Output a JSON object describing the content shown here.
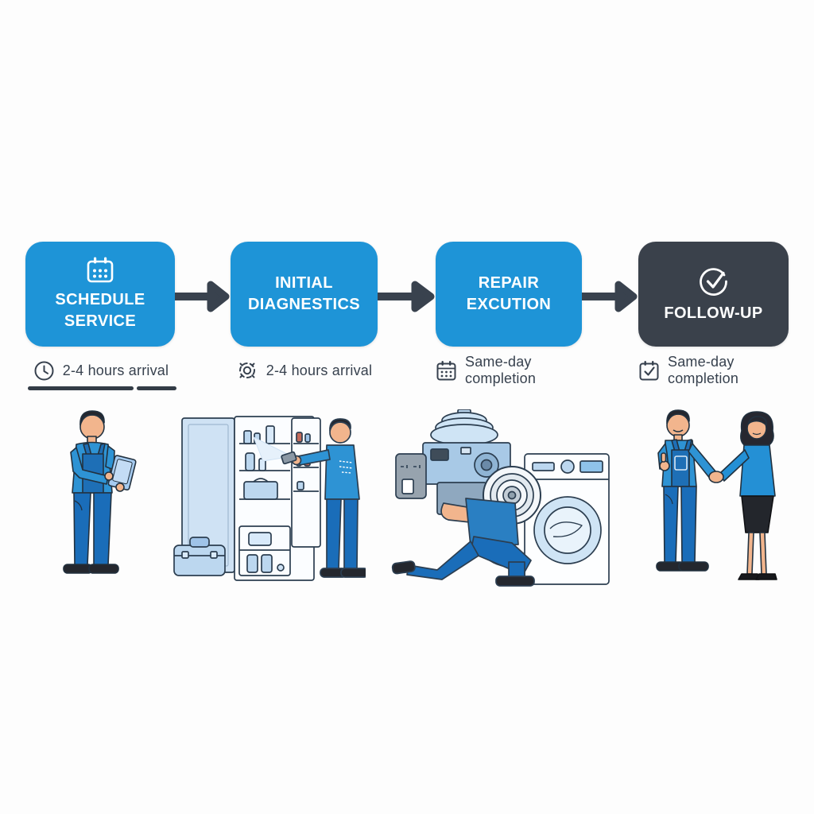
{
  "canvas": {
    "background": "#fdfdfd"
  },
  "colors": {
    "step_blue": "#1e94d7",
    "step_dark": "#3a414b",
    "arrow": "#39424e",
    "title_text": "#ffffff",
    "label_text": "#37414e",
    "underline": "#333c46"
  },
  "steps": [
    {
      "title": "SCHEDULE SERVICE",
      "box_icon": "calendar-icon",
      "box_color": "#1e94d7",
      "sub_icon": "clock-icon",
      "sub_label": "2-4 hours arrival",
      "illustration": "technician-with-tablet"
    },
    {
      "title": "INITIAL DIAGNESTICS",
      "box_icon": "none",
      "box_color": "#1e94d7",
      "sub_icon": "gear-icon",
      "sub_label": "2-4 hours arrival",
      "illustration": "technician-inspecting-refrigerator"
    },
    {
      "title": "REPAIR EXCUTION",
      "box_icon": "none",
      "box_color": "#1e94d7",
      "sub_icon": "calendar-icon",
      "sub_label": "Same-day completion",
      "illustration": "technician-repairing-washing-machine"
    },
    {
      "title": "FOLLOW-UP",
      "box_icon": "check-circle-icon",
      "box_color": "#3a414b",
      "sub_icon": "calendar-check-icon",
      "sub_label": "Same-day completion",
      "illustration": "technician-customer-handshake"
    }
  ]
}
